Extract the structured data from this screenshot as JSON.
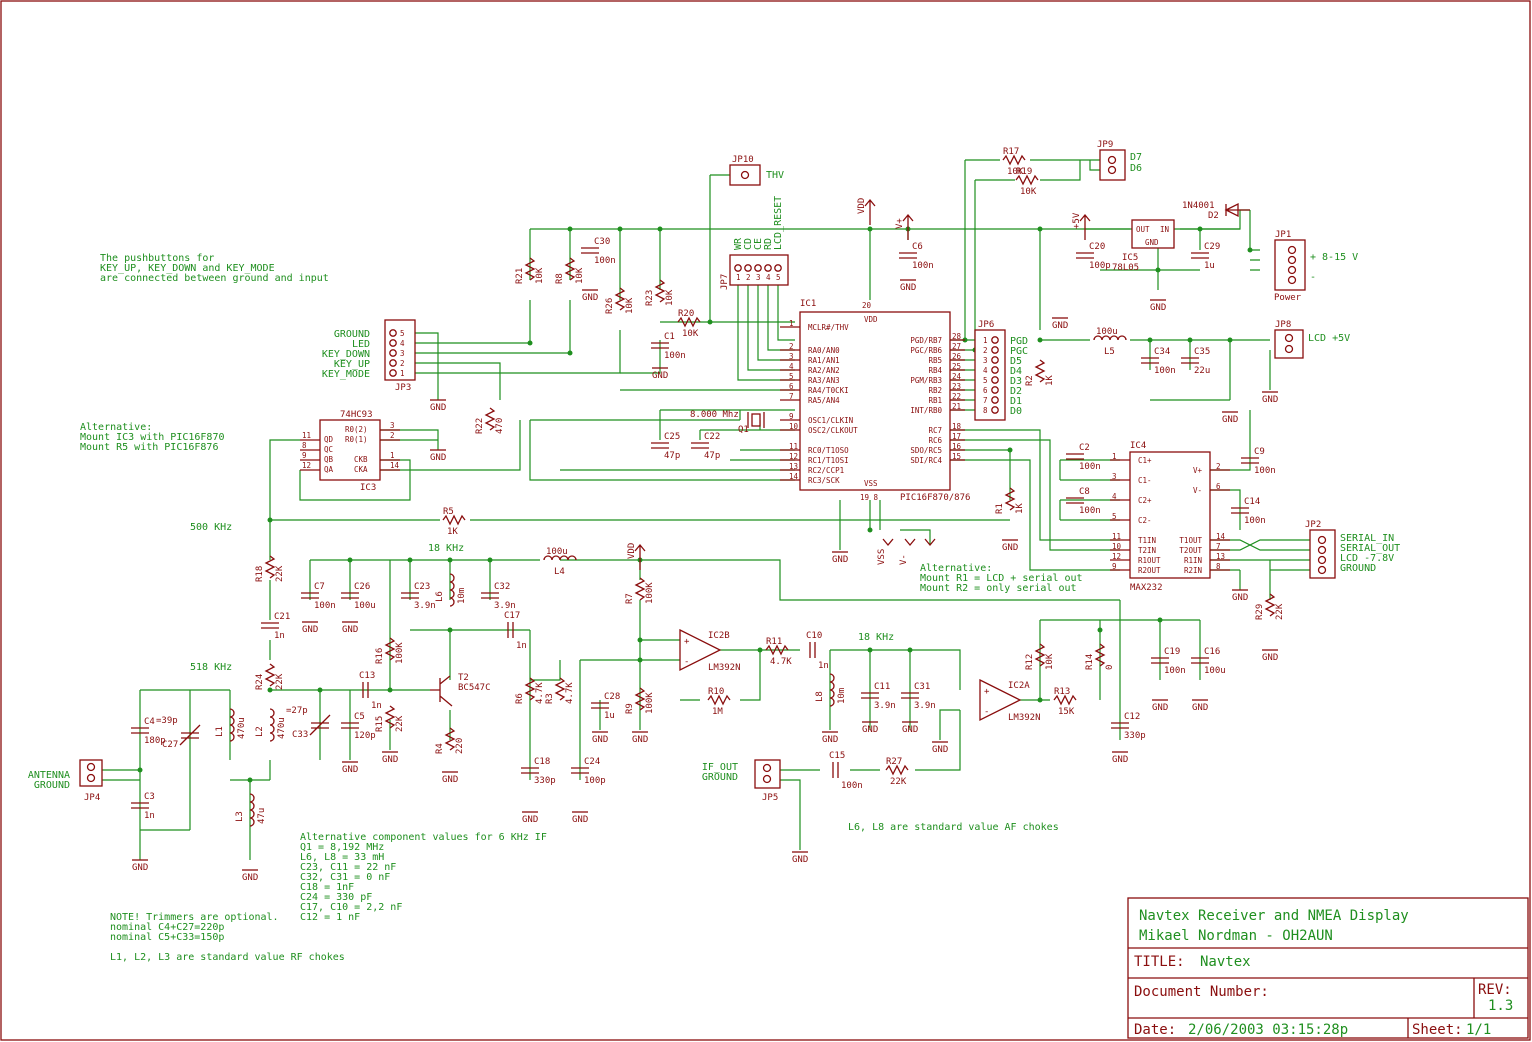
{
  "title_block": {
    "line1": "Navtex Receiver and NMEA Display",
    "line2": "Mikael Nordman - OH2AUN",
    "title_label": "TITLE:",
    "title_value": "Navtex",
    "doc_label": "Document Number:",
    "rev_label": "REV:",
    "rev_value": "1.3",
    "date_label": "Date:",
    "date_value": "2/06/2003 03:15:28p",
    "sheet_label": "Sheet:",
    "sheet_value": "1/1"
  },
  "notes": {
    "pushbuttons": [
      "The pushbuttons for",
      "KEY_UP, KEY_DOWN and KEY_MODE",
      "are connected between ground and input"
    ],
    "alt_ic3": [
      "Alternative:",
      "Mount IC3 with PIC16F870",
      "Mount R5 with PIC16F876"
    ],
    "alt_r1r2": [
      "Alternative:",
      "Mount R1 = LCD + serial out",
      "Mount R2 = only serial out"
    ],
    "alt_6khz": [
      "Alternative component values for 6 KHz IF",
      "Q1 = 8,192 MHz",
      "L6, L8 = 33 mH",
      "C23, C11 = 22 nF",
      "C32, C31 = 0 nF",
      "C18 = 1nF",
      "C24 = 330 pF",
      "C17, C10 = 2,2 nF",
      "C12 = 1 nF"
    ],
    "trimmers": [
      "NOTE! Trimmers are optional.",
      "nominal C4+C27=220p",
      "nominal C5+C33=150p"
    ],
    "rf_chokes": "L1, L2, L3 are standard value RF chokes",
    "af_chokes": "L6, L8 are standard value AF chokes",
    "freq_500": "500 KHz",
    "freq_518": "518 KHz",
    "freq_18a": "18 KHz",
    "freq_18b": "18 KHz",
    "crystal": "8.000 Mhz"
  },
  "connectors": {
    "jp3_labels": [
      "GROUND",
      "LED",
      "KEY_DOWN",
      "KEY_UP",
      "KEY_MODE"
    ],
    "jp6_labels": [
      "PGD",
      "PGC",
      "D5",
      "D4",
      "D3",
      "D2",
      "D1",
      "D0"
    ],
    "jp2_labels": [
      "SERIAL_IN",
      "SERIAL_OUT",
      "LCD -7.8V",
      "GROUND"
    ],
    "jp1_labels": [
      "+ 8-15 V",
      "-"
    ],
    "jp7_labels": [
      "WR",
      "CD",
      "CE",
      "RD",
      "LCD_RESET"
    ],
    "jp9_labels": [
      "D7",
      "D6"
    ],
    "jp4_labels": [
      "ANTENNA",
      "GROUND"
    ],
    "jp5_labels": [
      "IF_OUT",
      "GROUND"
    ],
    "jp8_label": "LCD +5V",
    "jp10_label": "THV",
    "power_label": "Power"
  },
  "ic1": {
    "name": "IC1",
    "part": "PIC16F870/876",
    "left_pins": [
      "MCLR#/THV",
      "RA0/AN0",
      "RA1/AN1",
      "RA2/AN2",
      "RA3/AN3",
      "RA4/T0CKI",
      "RA5/AN4",
      "OSC1/CLKIN",
      "OSC2/CLKOUT",
      "RC0/T1OSO",
      "RC1/T1OSI",
      "RC2/CCP1",
      "RC3/SCK"
    ],
    "left_nums": [
      "1",
      "2",
      "3",
      "4",
      "5",
      "6",
      "7",
      "9",
      "10",
      "11",
      "12",
      "13",
      "14"
    ],
    "right_pins": [
      "PGD/RB7",
      "PGC/RB6",
      "RB5",
      "RB4",
      "PGM/RB3",
      "RB2",
      "RB1",
      "INT/RB0",
      "RC7",
      "RC6",
      "SDO/RC5",
      "SDI/RC4"
    ],
    "right_nums": [
      "28",
      "27",
      "26",
      "25",
      "24",
      "23",
      "22",
      "21",
      "18",
      "17",
      "16",
      "15"
    ]
  },
  "ic4": {
    "name": "IC4",
    "part": "MAX232",
    "left_pins": [
      "C1+",
      "C1-",
      "C2+",
      "C2-",
      "T1IN",
      "T2IN",
      "R1OUT",
      "R2OUT"
    ],
    "left_nums": [
      "1",
      "3",
      "4",
      "5",
      "11",
      "10",
      "12",
      "9"
    ],
    "right_pins": [
      "V+",
      "V-",
      "T1OUT",
      "T2OUT",
      "R1IN",
      "R2IN"
    ],
    "right_nums": [
      "2",
      "6",
      "14",
      "7",
      "13",
      "8"
    ]
  },
  "ic3": {
    "name": "IC3",
    "part": "74HC93",
    "pins": [
      "R0(2)",
      "R0(1)",
      "QD",
      "QC",
      "QB",
      "QA",
      "CKB",
      "CKA"
    ]
  }
}
